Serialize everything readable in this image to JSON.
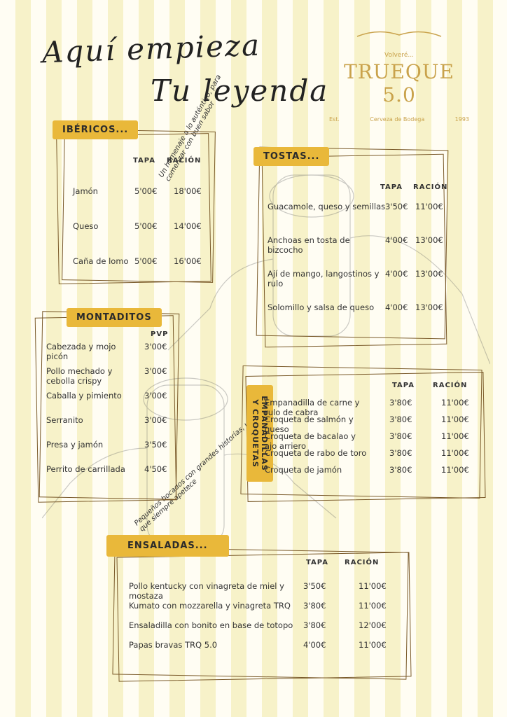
{
  "header": {
    "line1": "Aquí empieza",
    "line2": "Tu leyenda"
  },
  "logo": {
    "tagline": "Volveré...",
    "name": "TRUEQUE 5.0",
    "est": "Est.",
    "subtitle": "Cerveza de Bodega",
    "year": "1993"
  },
  "slogans": {
    "s1": "Un homenaje a lo auténtico, para comenzar con buen sabor",
    "s2": "Pequeños bocados con grandes historias, un sabor que siempre apetece"
  },
  "ibericos": {
    "title": "IBÉRICOS...",
    "col1": "TAPA",
    "col2": "RACIÓN",
    "items": [
      {
        "name": "Jamón",
        "tapa": "5'00€",
        "racion": "18'00€"
      },
      {
        "name": "Queso",
        "tapa": "5'00€",
        "racion": "14'00€"
      },
      {
        "name": "Caña de lomo",
        "tapa": "5'00€",
        "racion": "16'00€"
      }
    ]
  },
  "tostas": {
    "title": "TOSTAS...",
    "col1": "TAPA",
    "col2": "RACIÓN",
    "items": [
      {
        "name": "Guacamole, queso y semillas",
        "tapa": "3'50€",
        "racion": "11'00€"
      },
      {
        "name": "Anchoas en tosta de bizcocho",
        "tapa": "4'00€",
        "racion": "13'00€"
      },
      {
        "name": "Ají de mango, langostinos y rulo",
        "tapa": "4'00€",
        "racion": "13'00€"
      },
      {
        "name": "Solomillo y salsa de queso",
        "tapa": "4'00€",
        "racion": "13'00€"
      }
    ]
  },
  "montaditos": {
    "title": "MONTADITOS",
    "col1": "PVP",
    "items": [
      {
        "name": "Cabezada y mojo picón",
        "price": "3'00€"
      },
      {
        "name": "Pollo mechado y cebolla crispy",
        "price": "3'00€"
      },
      {
        "name": "Caballa y pimiento",
        "price": "3'00€"
      },
      {
        "name": "Serranito",
        "price": "3'00€"
      },
      {
        "name": "Presa y jamón",
        "price": "3'50€"
      },
      {
        "name": "Perrito de carrillada",
        "price": "4'50€"
      }
    ]
  },
  "empanadillas": {
    "title": "EMPANADILLAS Y CROQUETAS",
    "col1": "TAPA",
    "col2": "RACIÓN",
    "items": [
      {
        "name": "Empanadilla de carne y rulo de cabra",
        "tapa": "3'80€",
        "racion": "11'00€"
      },
      {
        "name": "Croqueta de salmón y queso",
        "tapa": "3'80€",
        "racion": "11'00€"
      },
      {
        "name": "Croqueta de bacalao y ajo arriero",
        "tapa": "3'80€",
        "racion": "11'00€"
      },
      {
        "name": "Croqueta de rabo de toro",
        "tapa": "3'80€",
        "racion": "11'00€"
      },
      {
        "name": "Croqueta de jamón",
        "tapa": "3'80€",
        "racion": "11'00€"
      }
    ]
  },
  "ensaladas": {
    "title": "ENSALADAS...",
    "col1": "TAPA",
    "col2": "RACIÓN",
    "items": [
      {
        "name": "Pollo kentucky con vinagreta de miel y mostaza",
        "tapa": "3'50€",
        "racion": "11'00€"
      },
      {
        "name": "Kumato con mozzarella y vinagreta TRQ",
        "tapa": "3'80€",
        "racion": "11'00€"
      },
      {
        "name": "Ensaladilla con bonito en base de totopo",
        "tapa": "3'80€",
        "racion": "12'00€"
      },
      {
        "name": "Papas bravas TRQ 5.0",
        "tapa": "4'00€",
        "racion": "11'00€"
      }
    ]
  }
}
